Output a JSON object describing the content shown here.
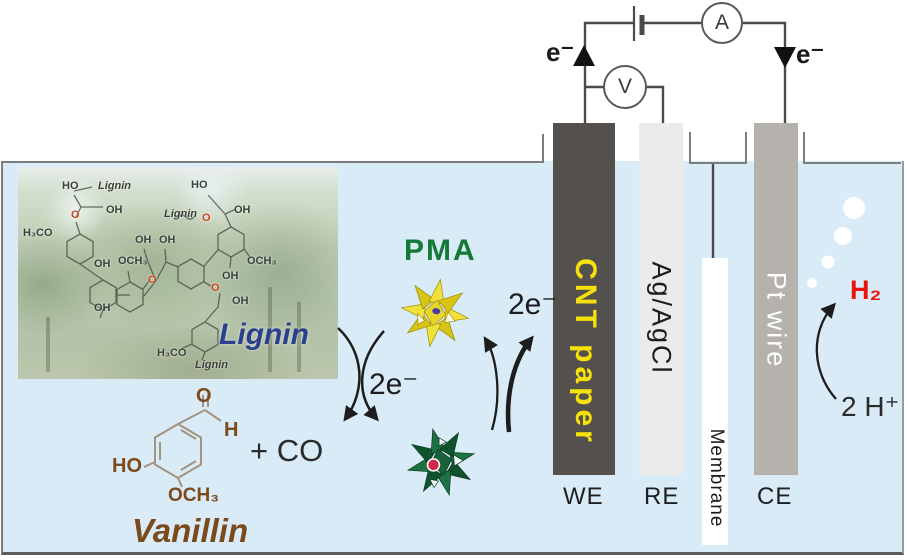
{
  "circuit": {
    "ammeter": "A",
    "voltmeter": "V",
    "electron_left": "e⁻",
    "electron_right": "e⁻"
  },
  "electrodes": {
    "working": {
      "material": "CNT paper",
      "role": "WE"
    },
    "reference": {
      "material": "Ag/AgCl",
      "role": "RE"
    },
    "counter": {
      "material": "Pt wire",
      "role": "CE"
    },
    "membrane": {
      "label": "Membrane"
    }
  },
  "mediator": {
    "name": "PMA",
    "electrons_left": "2e⁻",
    "electrons_right": "2e⁻"
  },
  "feedstock": {
    "name": "Lignin",
    "structure_labels": [
      "HO",
      "Lignin",
      "OH",
      "O",
      "H₃CO",
      "OH",
      "OH",
      "OH",
      "OCH₃",
      "O",
      "Lignin",
      "O",
      "HO",
      "OH",
      "OCH₃",
      "OH",
      "O",
      "OH",
      "H₃CO",
      "Lignin",
      "OH"
    ]
  },
  "product": {
    "name": "Vanillin",
    "byproduct": "+ CO",
    "labels": {
      "carbonyl": "O",
      "aldehyde_h": "H",
      "hydroxyl": "HO",
      "methoxy": "OCH₃"
    }
  },
  "cathode": {
    "reactant": "2 H⁺",
    "product": "H₂"
  },
  "colors": {
    "solution": "#d8ebf7",
    "we_bar": "#53504d",
    "re_bar": "#ebebe9",
    "ce_bar": "#b5b2ae",
    "membrane_bar": "#ffffff",
    "we_text": "#f6e20a",
    "pma_green": "#157a38",
    "h2_red": "#e8150d",
    "lignin_blue": "#2b3f8f",
    "vanillin_brown": "#7b4a1c"
  }
}
